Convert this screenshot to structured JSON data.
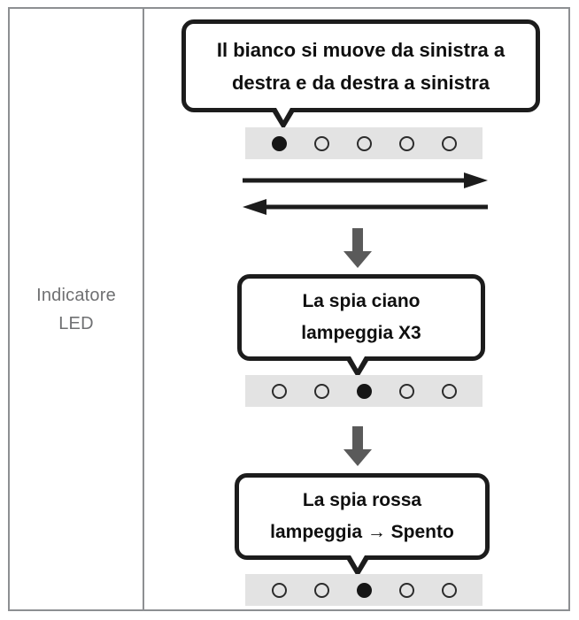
{
  "table": {
    "row_label": {
      "lines": [
        "Indicatore",
        "LED"
      ],
      "color": "#6f7072"
    }
  },
  "diagram": {
    "title": "Indicatore LED",
    "accent_color": "#1c1c1c",
    "strip_bg_color": "#e3e3e3",
    "flow_arrow_color": "#5a5a5a",
    "steps": [
      {
        "id": "step-white-sweep",
        "callout": {
          "lines": [
            "Il bianco si muove da sinistra a",
            "destra e da destra a sinistra"
          ]
        },
        "leds": [
          "on",
          "off",
          "off",
          "off",
          "off"
        ],
        "led_count": 5,
        "active_index": 0,
        "direction_arrows": [
          {
            "name": "arrow-right",
            "direction": "right"
          },
          {
            "name": "arrow-left",
            "direction": "left"
          }
        ]
      },
      {
        "id": "step-cyan-blink",
        "callout": {
          "lines": [
            "La spia ciano",
            "lampeggia X3"
          ]
        },
        "leds": [
          "off",
          "off",
          "on",
          "off",
          "off"
        ],
        "led_count": 5,
        "active_index": 2
      },
      {
        "id": "step-red-blink-off",
        "callout": {
          "lines": [
            "La spia rossa",
            "lampeggia → Spento"
          ]
        },
        "leds": [
          "off",
          "off",
          "on",
          "off",
          "off"
        ],
        "led_count": 5,
        "active_index": 2
      }
    ]
  }
}
